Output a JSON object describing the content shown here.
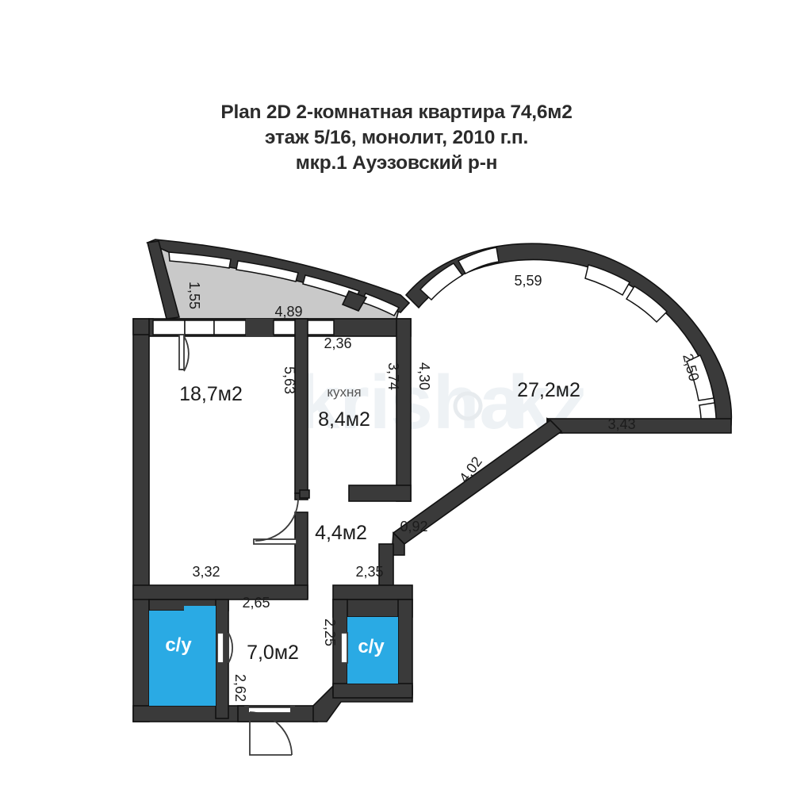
{
  "title": {
    "line1": "Plan 2D 2-комнатная квартира 74,6м2",
    "line2": "этаж 5/16, монолит, 2010 г.п.",
    "line3": "мкр.1 Ауэзовский р-н"
  },
  "watermark": {
    "text": "krisha",
    "suffix": "kz"
  },
  "rooms": [
    {
      "name": "room-living-18-7",
      "label": "",
      "area": "18,7м2"
    },
    {
      "name": "room-kitchen",
      "label": "кухня",
      "area": "8,4м2"
    },
    {
      "name": "room-lounge-27-2",
      "label": "",
      "area": "27,2м2"
    },
    {
      "name": "room-hall-4-4",
      "label": "",
      "area": "4,4м2"
    },
    {
      "name": "room-corridor-7-0",
      "label": "",
      "area": "7,0м2"
    },
    {
      "name": "bathroom-left",
      "label": "с/у",
      "area": ""
    },
    {
      "name": "bathroom-right",
      "label": "с/у",
      "area": ""
    }
  ],
  "areas": {
    "living": "18,7м2",
    "kitchen_name": "кухня",
    "kitchen": "8,4м2",
    "lounge": "27,2м2",
    "hall": "4,4м2",
    "corridor": "7,0м2",
    "bath_left": "с/у",
    "bath_right": "с/у"
  },
  "dimensions": {
    "balcony_depth": "1,55",
    "balcony_width": "4,89",
    "kitchen_window": "2,36",
    "living_wall_v": "5,63",
    "kitchen_wall_v": "3,74",
    "lounge_wall_v": "4,30",
    "lounge_arc_top": "5,59",
    "lounge_arc_right": "2,50",
    "lounge_bottom": "3,43",
    "diagonal": "4,02",
    "notch_small": "0,92",
    "living_bottom": "3,32",
    "hall_bottom": "2,35",
    "corridor_top": "2,65",
    "bath_right_v": "2,25",
    "corridor_v": "2,62"
  },
  "colors": {
    "wall": "#3a3a3a",
    "bathroom": "#2aaae4",
    "balcony": "#c9c9c9",
    "text": "#1c1c1c",
    "window": "#ffffff"
  },
  "summary": {
    "total_area": "74,6м2",
    "rooms_count": "2",
    "floor": "5/16",
    "year": "2010",
    "construction": "монолит",
    "district": "мкр.1 Ауэзовский р-н"
  }
}
